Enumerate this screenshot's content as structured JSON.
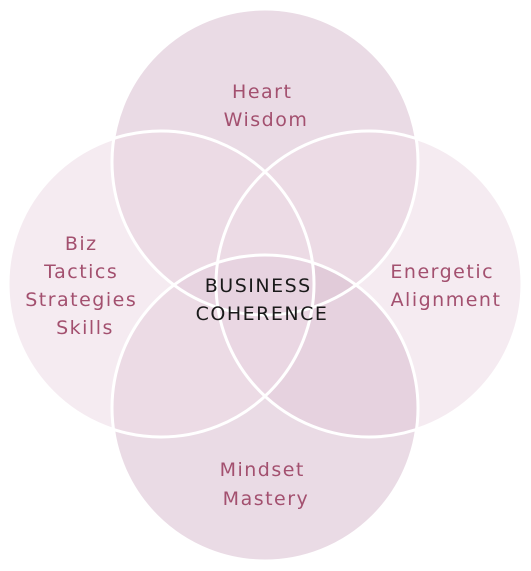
{
  "diagram": {
    "circles": [
      {
        "id": "top",
        "label_lines": [
          "Heart",
          "Wisdom"
        ],
        "fill": "#d9bdd0"
      },
      {
        "id": "right",
        "label_lines": [
          "Energetic",
          "Alignment"
        ],
        "fill": "#ecdbe6"
      },
      {
        "id": "bottom",
        "label_lines": [
          "Mindset",
          "Mastery"
        ],
        "fill": "#d9bdd0"
      },
      {
        "id": "left",
        "label_lines": [
          "Biz",
          "Tactics",
          "Strategies",
          "Skills"
        ],
        "fill": "#ecdbe6"
      }
    ],
    "center": {
      "label_lines": [
        "BUSINESS",
        "COHERENCE"
      ],
      "color": "#1a1a1a"
    },
    "label_color": "#a3506f",
    "outline_color": "#ffffff"
  }
}
